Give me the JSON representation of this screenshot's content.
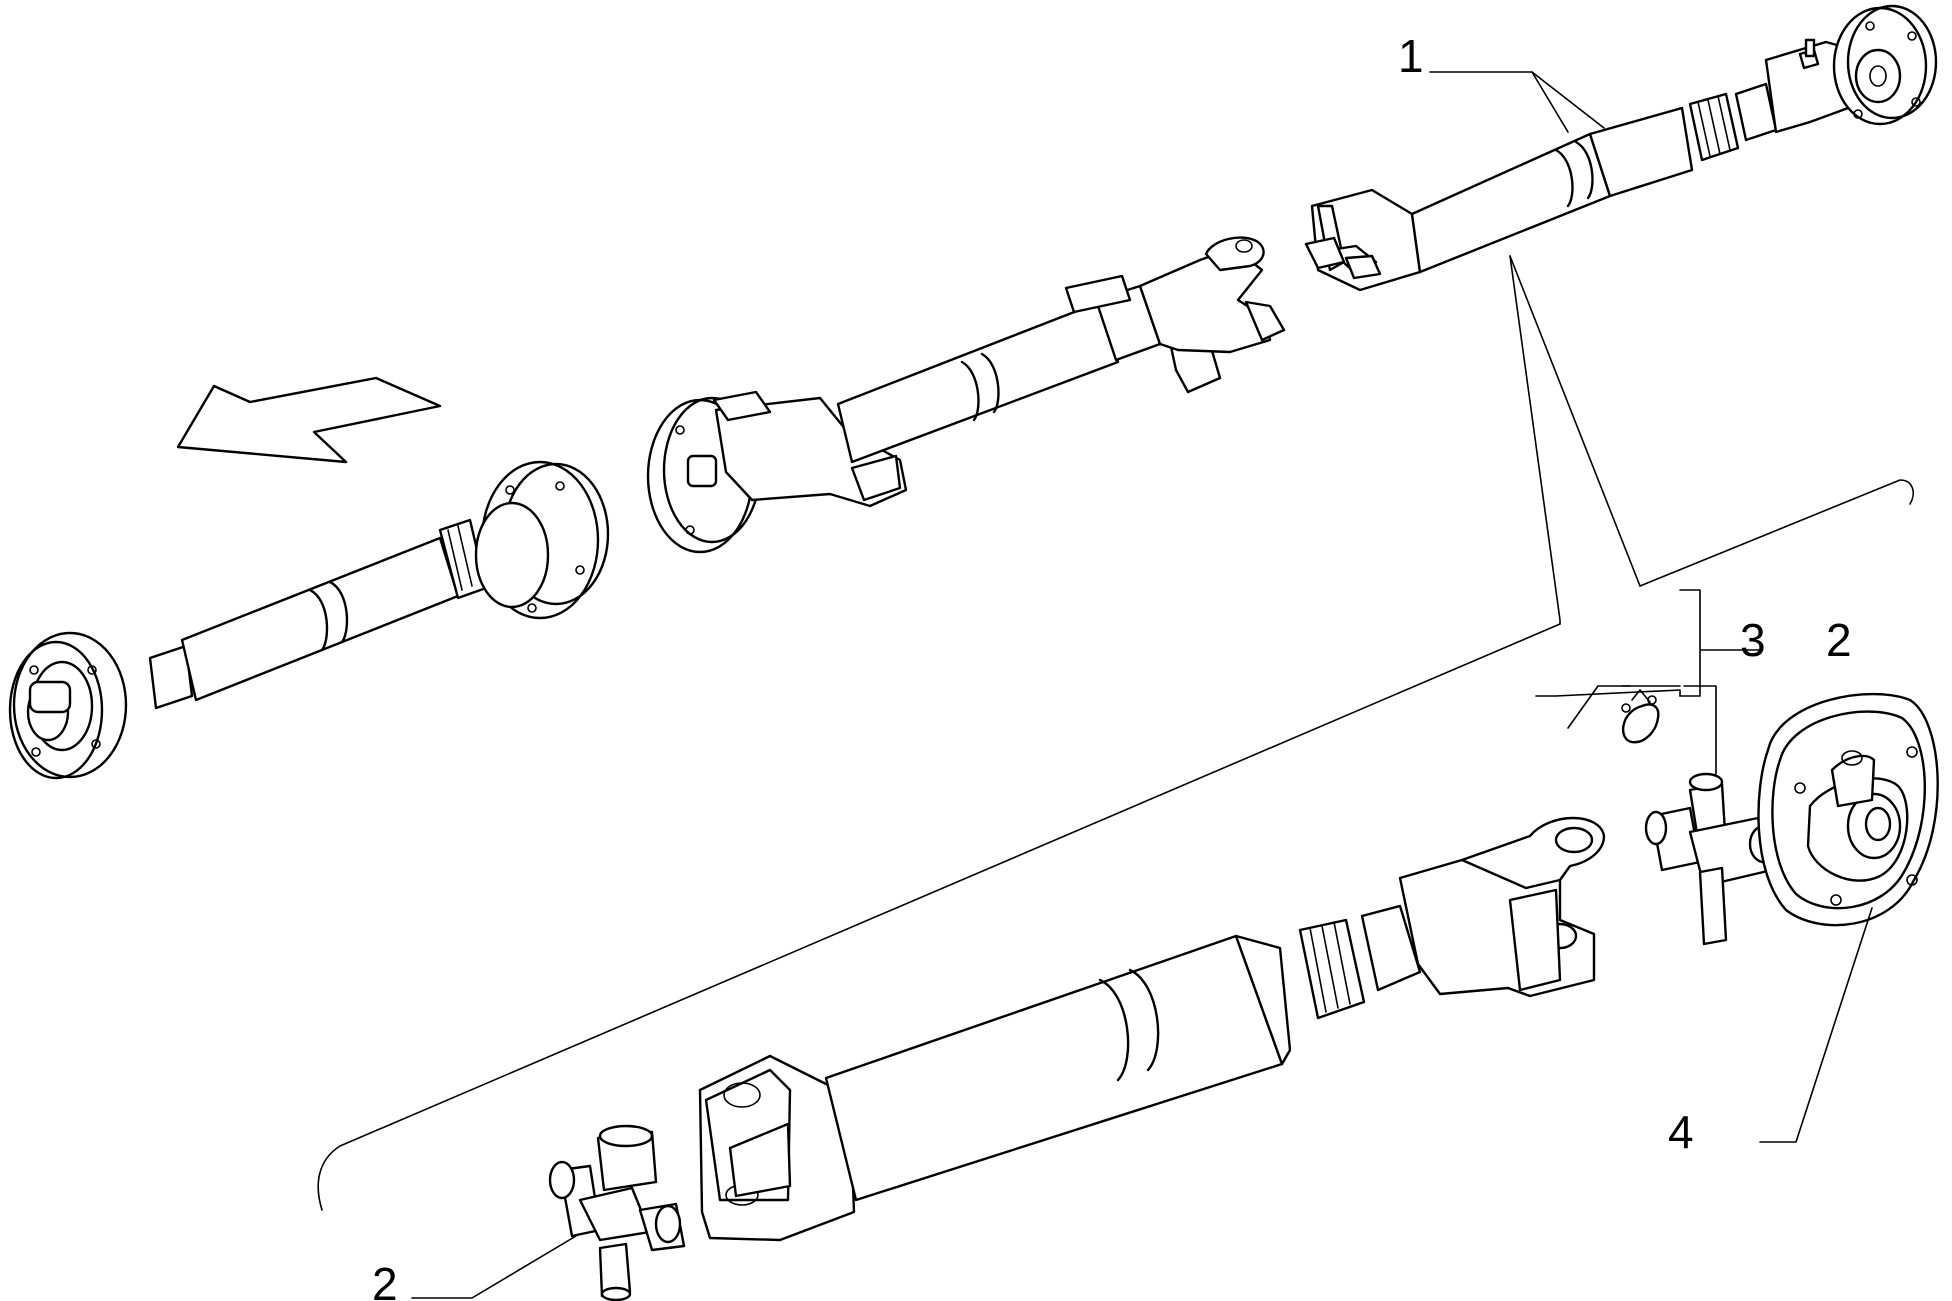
{
  "callouts": [
    {
      "id": "1",
      "label": "1"
    },
    {
      "id": "2a",
      "label": "2"
    },
    {
      "id": "3",
      "label": "3"
    },
    {
      "id": "4",
      "label": "4"
    },
    {
      "id": "2b",
      "label": "2"
    }
  ],
  "colors": {
    "line": "#000000",
    "background": "#ffffff"
  }
}
